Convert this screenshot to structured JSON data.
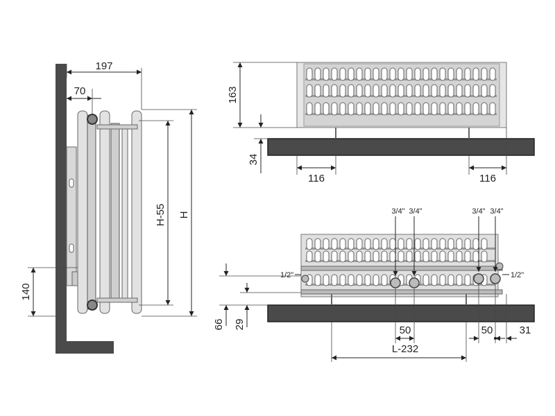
{
  "colors": {
    "wall": "#4a4a4a",
    "floor": "#4a4a4a",
    "radiator": "#cfcfcf",
    "line": "#222222"
  },
  "side_view": {
    "depth": "197",
    "wall_offset": "70",
    "height_inner": "H-55",
    "height": "H",
    "bottom_offset": "140"
  },
  "top_view": {
    "depth": "163",
    "floor_gap": "34",
    "foot_left": "116",
    "foot_right": "116"
  },
  "bottom_view": {
    "conn_1": "3/4\"",
    "conn_2": "3/4\"",
    "conn_3": "3/4\"",
    "conn_4": "3/4\"",
    "side_left": "1/2\"",
    "side_right": "1/2\"",
    "height_66": "66",
    "height_29": "29",
    "spacing_left": "50",
    "spacing_right": "50",
    "edge": "31",
    "length": "L-232"
  }
}
